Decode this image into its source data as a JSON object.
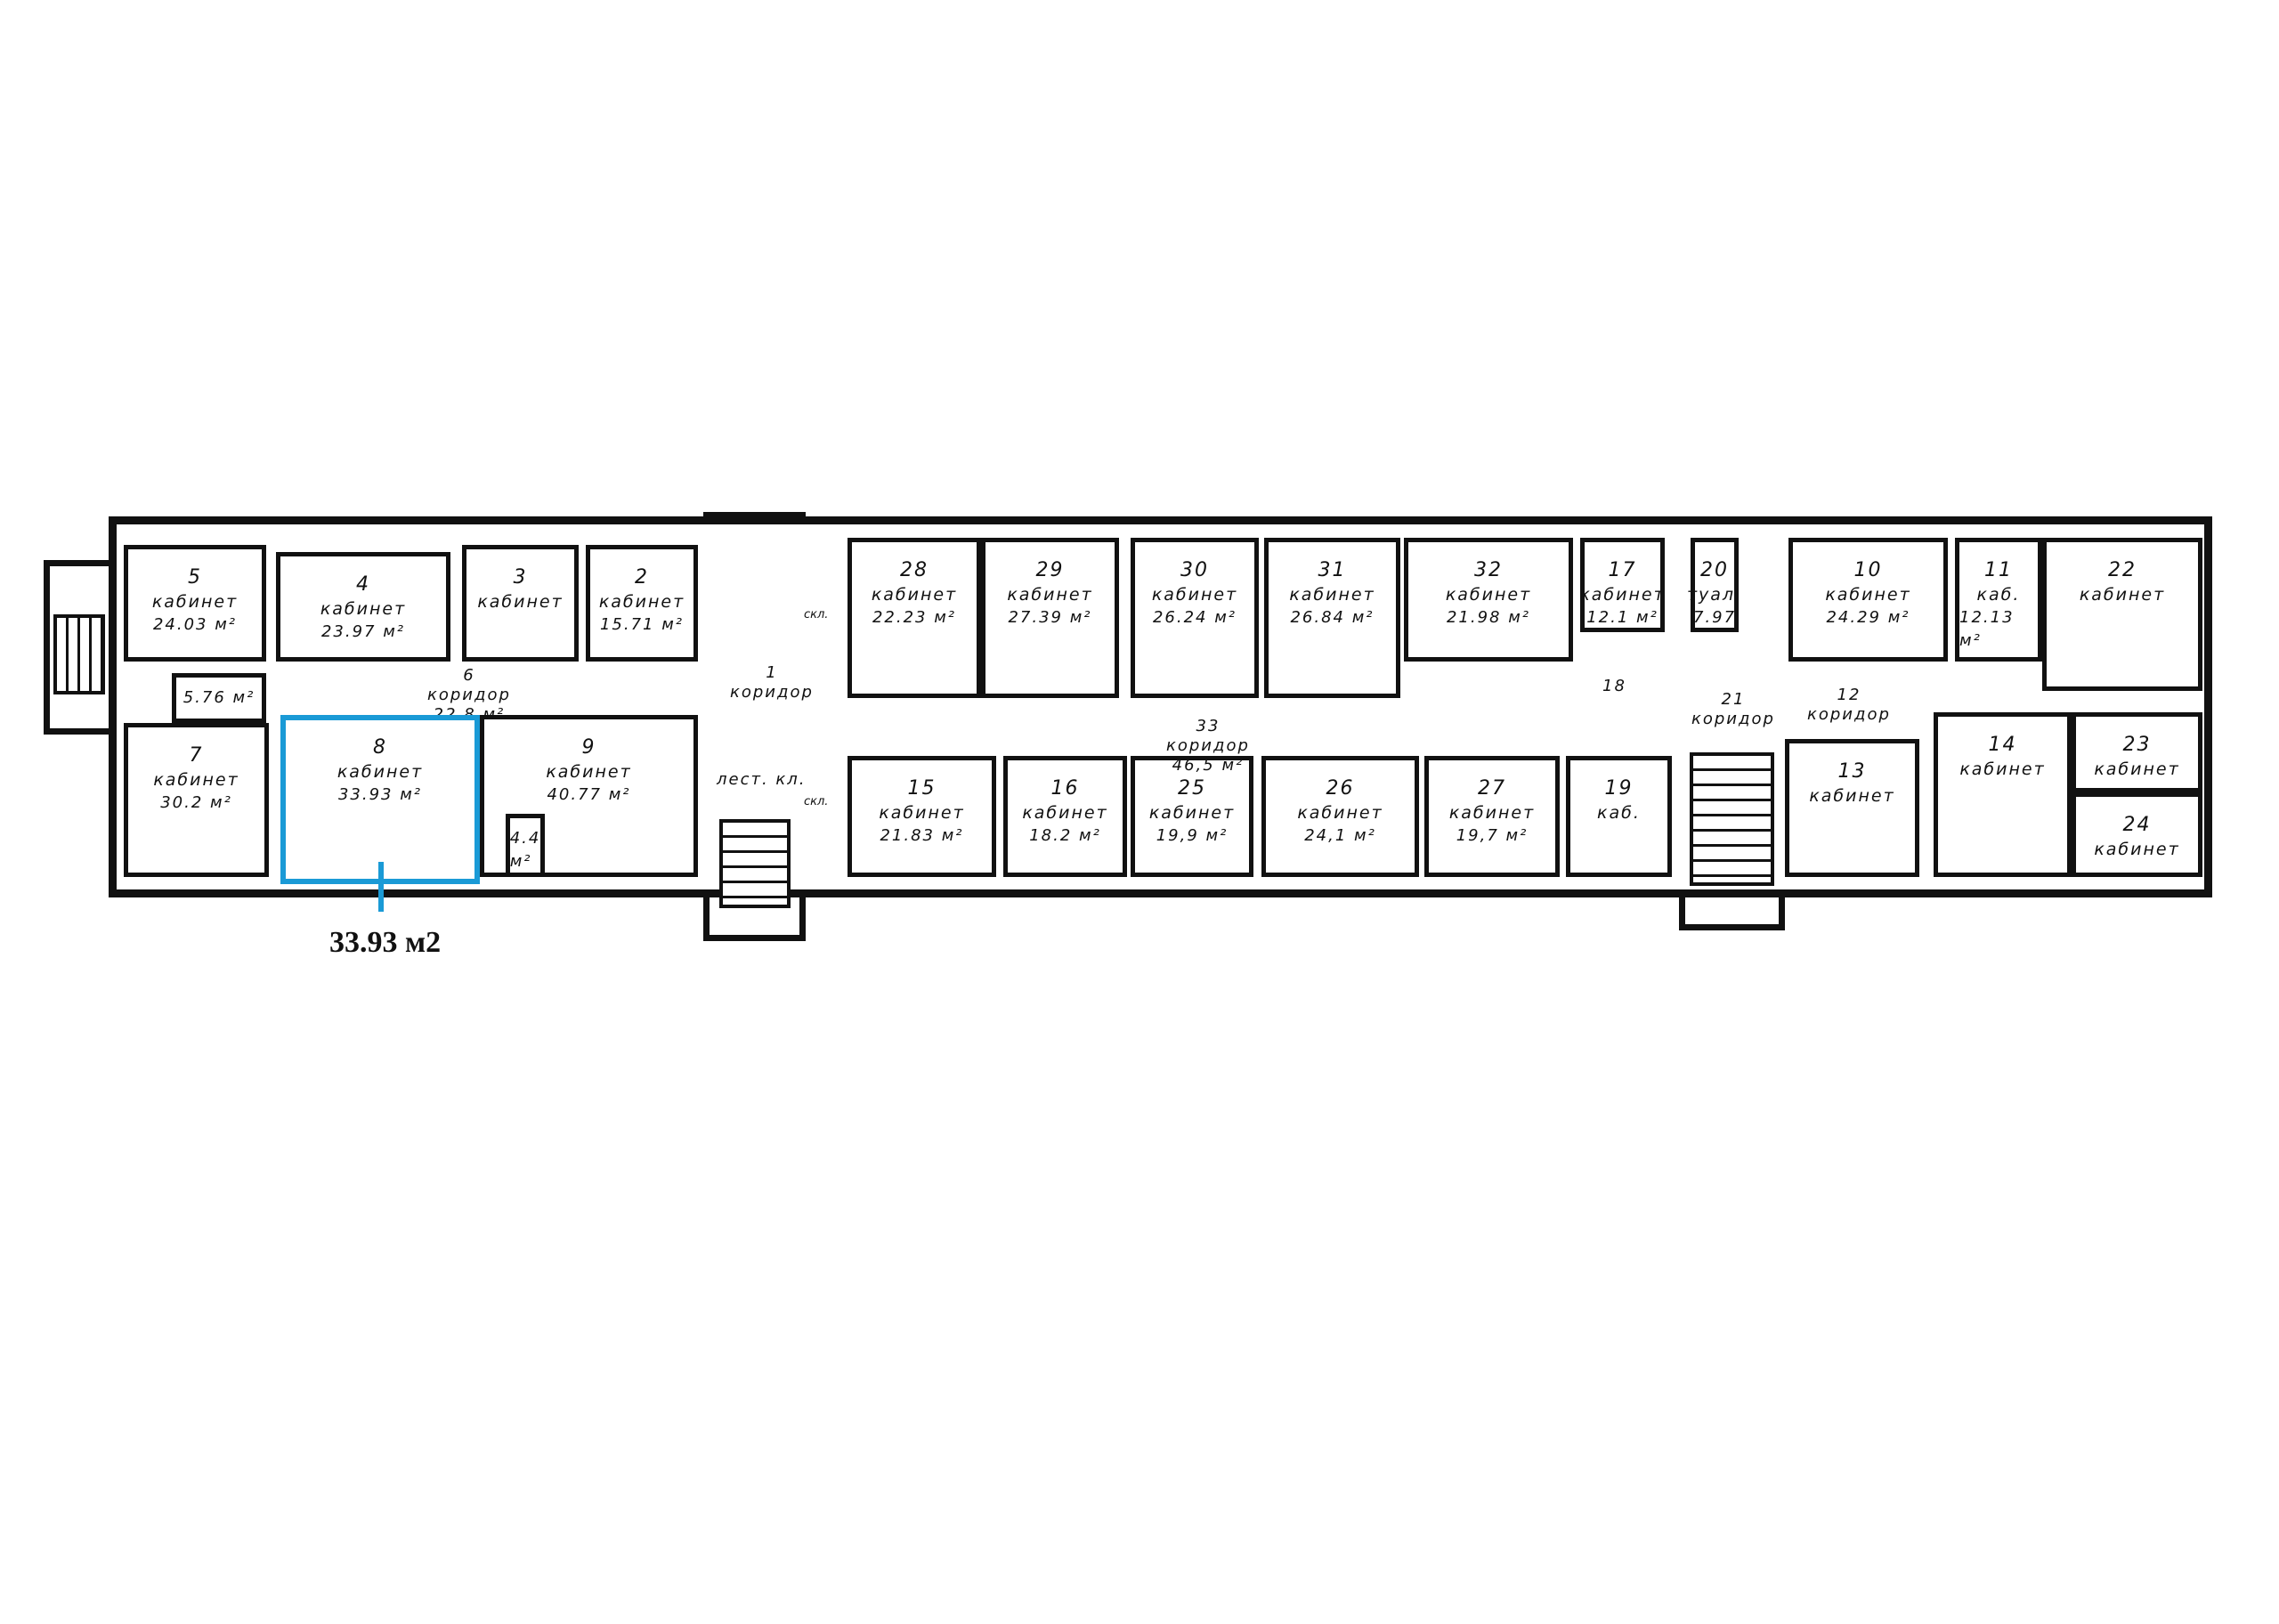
{
  "rooms": [
    {
      "num": "5",
      "label": "кабинет",
      "area": "24.03 м²"
    },
    {
      "num": "4",
      "label": "кабинет",
      "area": "23.97 м²"
    },
    {
      "num": "3",
      "label": "кабинет",
      "area": ""
    },
    {
      "num": "2",
      "label": "кабинет",
      "area": "15.71 м²"
    },
    {
      "num": "",
      "label": "",
      "area": "5.76 м²"
    },
    {
      "num": "7",
      "label": "кабинет",
      "area": "30.2 м²"
    },
    {
      "num": "8",
      "label": "кабинет",
      "area": "33.93 м²"
    },
    {
      "num": "9",
      "label": "кабинет",
      "area": "40.77 м²"
    },
    {
      "num": "",
      "label": "",
      "area": "4.4 м²"
    },
    {
      "num": "28",
      "label": "кабинет",
      "area": "22.23 м²"
    },
    {
      "num": "29",
      "label": "кабинет",
      "area": "27.39 м²"
    },
    {
      "num": "30",
      "label": "кабинет",
      "area": "26.24 м²"
    },
    {
      "num": "31",
      "label": "кабинет",
      "area": "26.84 м²"
    },
    {
      "num": "32",
      "label": "кабинет",
      "area": "21.98 м²"
    },
    {
      "num": "17",
      "label": "кабинет",
      "area": "12.1 м²"
    },
    {
      "num": "20",
      "label": "туал.",
      "area": "7.97"
    },
    {
      "num": "10",
      "label": "кабинет",
      "area": "24.29 м²"
    },
    {
      "num": "11",
      "label": "каб.",
      "area": "12.13 м²"
    },
    {
      "num": "22",
      "label": "кабинет",
      "area": ""
    },
    {
      "num": "15",
      "label": "кабинет",
      "area": "21.83 м²"
    },
    {
      "num": "16",
      "label": "кабинет",
      "area": "18.2 м²"
    },
    {
      "num": "25",
      "label": "кабинет",
      "area": "19,9 м²"
    },
    {
      "num": "26",
      "label": "кабинет",
      "area": "24,1 м²"
    },
    {
      "num": "27",
      "label": "кабинет",
      "area": "19,7 м²"
    },
    {
      "num": "19",
      "label": "каб.",
      "area": ""
    },
    {
      "num": "13",
      "label": "кабинет",
      "area": ""
    },
    {
      "num": "14",
      "label": "кабинет",
      "area": ""
    },
    {
      "num": "23",
      "label": "кабинет",
      "area": ""
    },
    {
      "num": "24",
      "label": "кабинет",
      "area": ""
    }
  ],
  "corridors": [
    {
      "num": "6",
      "label": "коридор",
      "area": "22.8 м²"
    },
    {
      "num": "1",
      "label": "коридор",
      "area": ""
    },
    {
      "num": "33",
      "label": "коридор",
      "area": "46,5 м²"
    },
    {
      "num": "18",
      "label": "",
      "area": ""
    },
    {
      "num": "21",
      "label": "коридор",
      "area": ""
    },
    {
      "num": "12",
      "label": "коридор",
      "area": ""
    },
    {
      "num": "",
      "label": "лест. кл.",
      "area": ""
    },
    {
      "num": "",
      "label": "скл.",
      "area": ""
    },
    {
      "num": "",
      "label": "скл.",
      "area": ""
    }
  ],
  "highlight": {
    "caption": "33.93 м2",
    "color": "#1a9ad6"
  }
}
